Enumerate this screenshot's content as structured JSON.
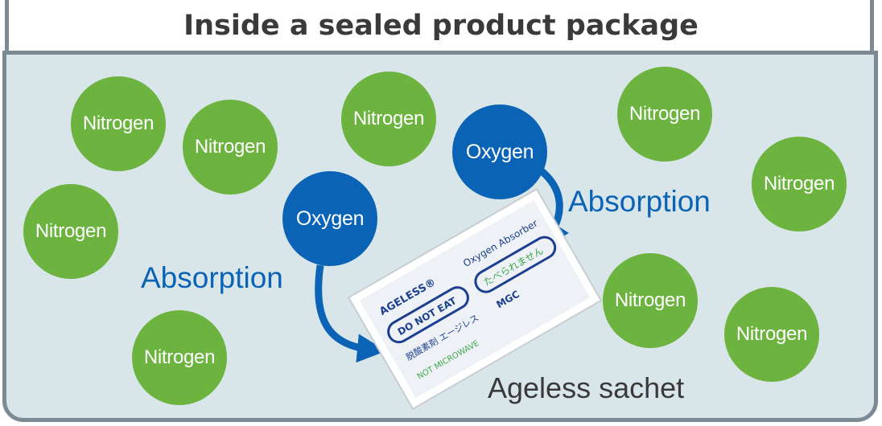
{
  "title": "Inside a sealed product package",
  "molecules": {
    "nitrogen": "Nitrogen",
    "oxygen": "Oxygen"
  },
  "labels": {
    "absorption_left": "Absorption",
    "absorption_right": "Absorption",
    "sachet": "Ageless sachet"
  },
  "sachet_print": {
    "brand": "AGELESS®",
    "maker": "MGC",
    "product": "Oxygen Absorber",
    "warning": "DO NOT EAT",
    "microwave": "NOT MICROWAVE",
    "jp_label": "脱酸素剤 エージレス",
    "jp_warning": "たべられません"
  },
  "colors": {
    "nitrogen": "#6db33f",
    "oxygen": "#0b63b6",
    "background": "#d9e6e9",
    "border": "#7c8a94"
  }
}
